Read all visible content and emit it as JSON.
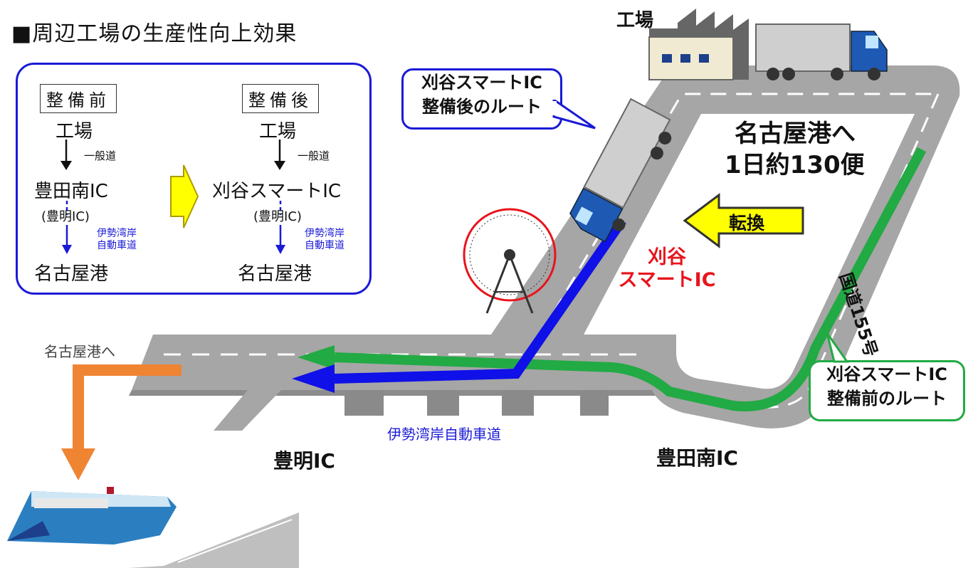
{
  "title": "■周辺工場の生産性向上効果",
  "panel": {
    "before": {
      "header": "整備前",
      "start": "工場",
      "road_label": "一般道",
      "ic": "豊田南IC",
      "via": "(豊明IC)",
      "expressway_line1": "伊勢湾岸",
      "expressway_line2": "自動車道",
      "end": "名古屋港"
    },
    "after": {
      "header": "整備後",
      "start": "工場",
      "road_label": "一般道",
      "ic": "刈谷スマートIC",
      "via": "(豊明IC)",
      "expressway_line1": "伊勢湾岸",
      "expressway_line2": "自動車道",
      "end": "名古屋港"
    }
  },
  "map": {
    "factory_label": "工場",
    "callout_after_line1": "刈谷スマートIC",
    "callout_after_line2": "整備後のルート",
    "callout_before_line1": "刈谷スマートIC",
    "callout_before_line2": "整備前のルート",
    "destination_line1": "名古屋港へ",
    "destination_line2": "1日約130便",
    "switch_label": "転換",
    "smart_ic_line1": "刈谷",
    "smart_ic_line2": "スマートIC",
    "route155": "国道155号",
    "port_label": "名古屋港へ",
    "expressway_name": "伊勢湾岸自動車道",
    "toyoake_ic": "豊明IC",
    "toyotaminami_ic": "豊田南IC"
  },
  "colors": {
    "after_route": "#1010e8",
    "before_route": "#22aa44",
    "port_route": "#ef8433",
    "accent_red": "#e8141c",
    "arrow_yellow": "#ffff00",
    "road_gray": "#a6a6a6"
  }
}
